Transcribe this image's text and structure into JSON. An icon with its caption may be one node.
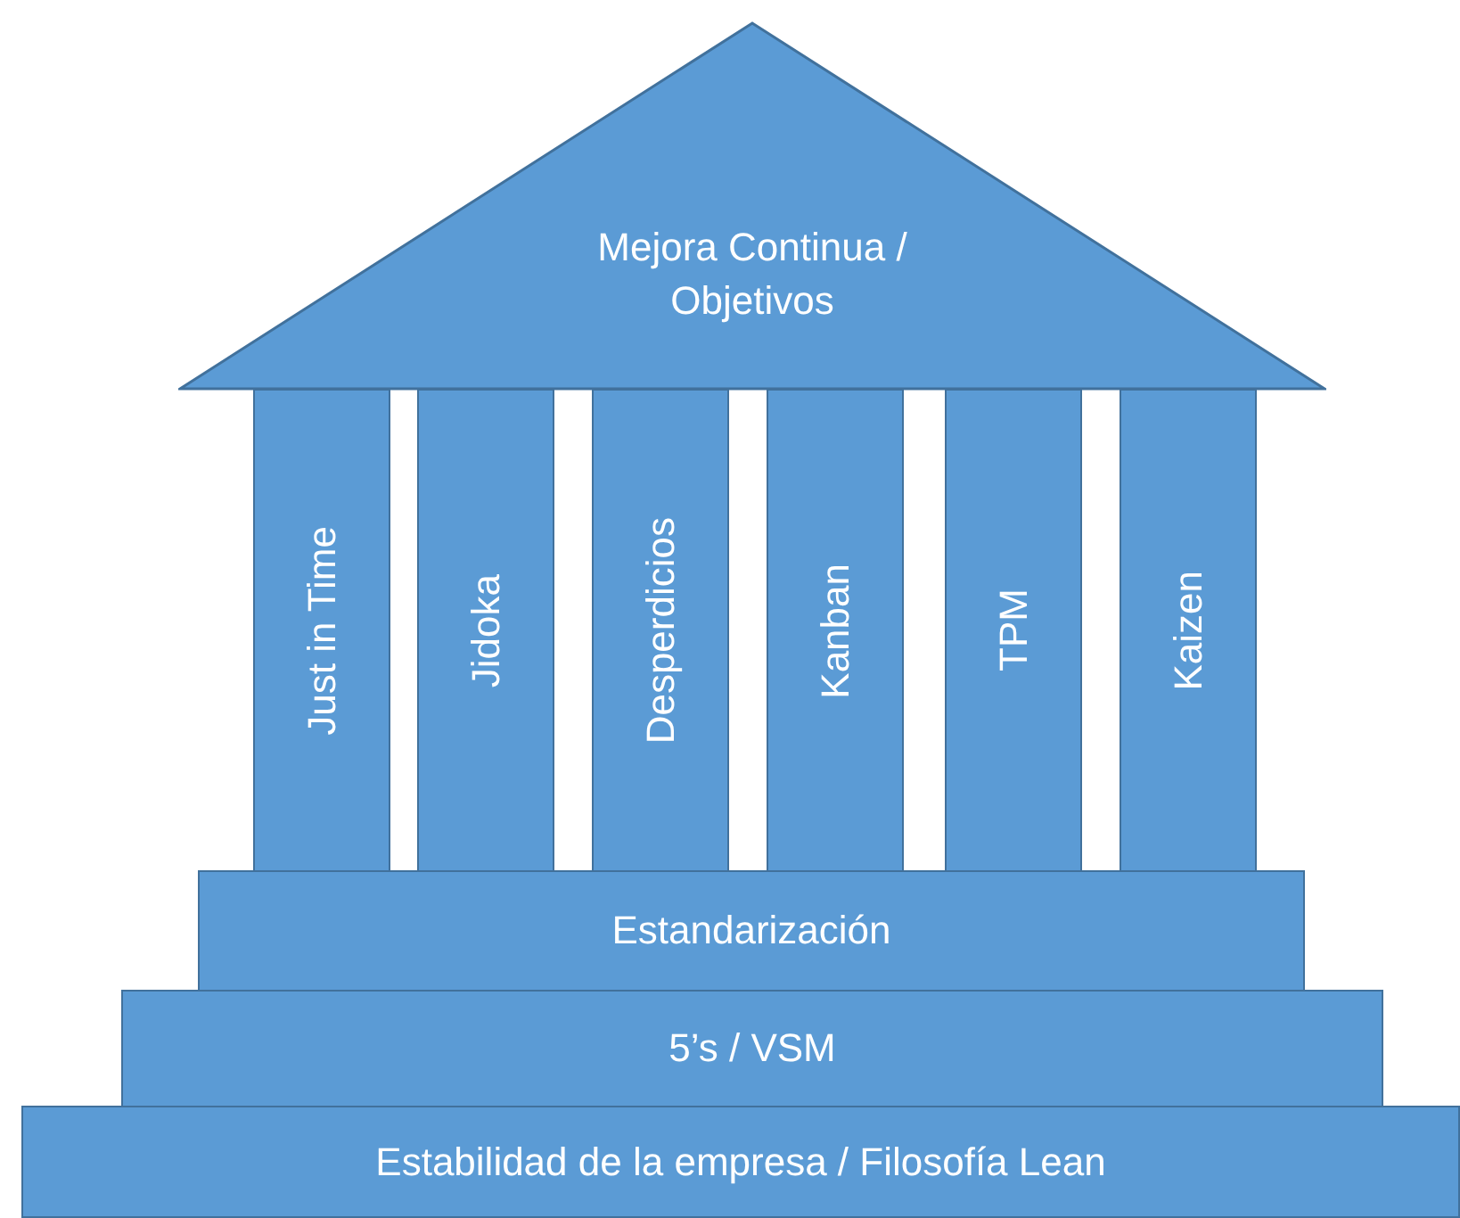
{
  "diagram": {
    "nodes": [
      {
        "text": [
          "Mejora Continua / Objetivos"
        ]
      },
      {
        "text": [
          "Just in Time"
        ]
      },
      {
        "text": [
          "Jidoka"
        ]
      },
      {
        "text": [
          "Desperdicios"
        ]
      },
      {
        "text": [
          "Kanban"
        ]
      },
      {
        "text": [
          "TPM"
        ]
      },
      {
        "text": [
          "Kaizen"
        ]
      },
      {
        "text": [
          "Estandarización"
        ]
      },
      {
        "text": [
          "5’s / VSM"
        ]
      },
      {
        "text": [
          "Estabilidad de la empresa / Filosofía Lean"
        ]
      }
    ]
  }
}
